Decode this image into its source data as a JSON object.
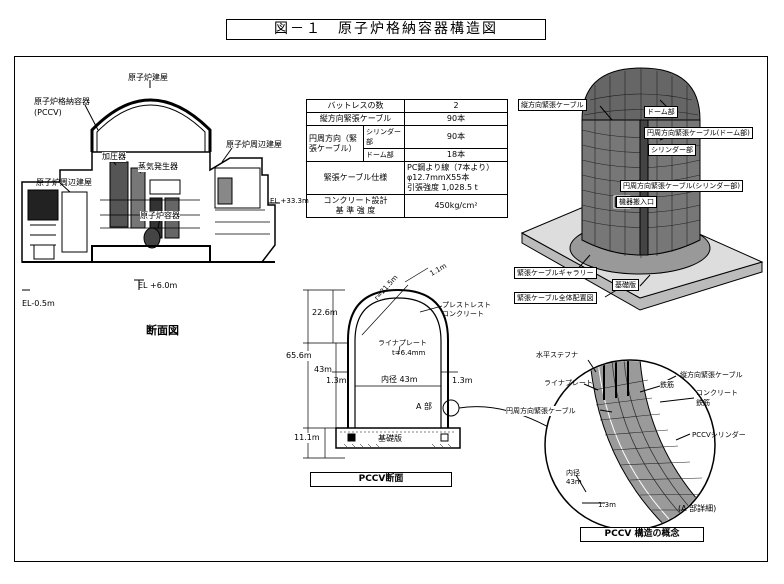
{
  "title": "図－１　原子炉格納容器構造図",
  "section_view": {
    "labels": {
      "reactor_building": "原子炉建屋",
      "pccv": "原子炉格納容器\n(PCCV)",
      "surrounding_building_right": "原子炉周辺建屋",
      "surrounding_building_left": "原子炉周辺建屋",
      "pressurizer": "加圧器",
      "steam_generator": "蒸気発生器",
      "reactor_vessel": "原子炉容器",
      "el_top": "EL +33.3m",
      "el_mid": "EL +6.0m",
      "el_bottom": "EL-0.5m"
    },
    "caption": "断面図"
  },
  "spec_table": {
    "rows": [
      {
        "label": "バットレスの数",
        "value": "2"
      },
      {
        "label": "縦方向緊張ケーブル",
        "value": "90本"
      },
      {
        "label": "円周方向（緊張ケーブル）",
        "sub": [
          {
            "label": "シリンダー部",
            "value": "90本"
          },
          {
            "label": "ドーム部",
            "value": "18本"
          }
        ]
      },
      {
        "label": "緊張ケーブル仕様",
        "value_lines": [
          "PC鋼より線（7本より）",
          "φ12.7mmX55本",
          "引張強度 1,028.5 t"
        ]
      },
      {
        "label_lines": [
          "コンクリート設計",
          "基 準 強 度"
        ],
        "value": "450kg/cm²"
      }
    ],
    "circumferential_label_1": "円周方向（緊",
    "circumferential_label_2": "張ケーブル）"
  },
  "pccv_section": {
    "dims": {
      "dome": "22.6m",
      "total": "65.6m",
      "cylinder": "43m",
      "base": "11.1m",
      "wall_left": "1.3m",
      "wall_right": "1.3m",
      "inner_dia": "内径 43m",
      "dome_radius": "r=21.5m",
      "dome_thick": "1.1m",
      "liner_thick": "t=6.4mm"
    },
    "labels": {
      "prestressed": "プレストレスト\nコンクリート",
      "liner": "ライナプレート",
      "part_a": "A 部",
      "base_slab": "基礎版"
    },
    "caption": "PCCV断面"
  },
  "perspective_view": {
    "labels": {
      "vertical_cable": "縦方向緊張ケーブル",
      "dome": "ドーム部",
      "hoop_cable_dome": "円周方向緊張ケーブル(ドーム部)",
      "cylinder": "シリンダー部",
      "hoop_cable_cylinder": "円周方向緊張ケーブル(シリンダー部)",
      "equipment_hatch": "機器搬入口",
      "gallery": "緊張ケーブルギャラリー",
      "base_slab": "基礎版",
      "layout_all": "緊張ケーブル全体配置図"
    }
  },
  "detail_view": {
    "labels": {
      "horizontal_stiffener": "水平ステフナ",
      "vertical_cable": "縦方向緊張ケーブル",
      "liner": "ライナプレート",
      "rebar_top": "鉄筋",
      "concrete": "コンクリート",
      "rebar_right": "鉄筋",
      "hoop_cable": "円周方向緊張ケーブル",
      "pccv_cylinder": "PCCVシリンダー",
      "inner_dia": "内径",
      "inner_dia_val": "43m",
      "thick": "1.3m",
      "detail_caption": "(A 部詳細)"
    },
    "caption": "PCCV 構造の概念"
  }
}
